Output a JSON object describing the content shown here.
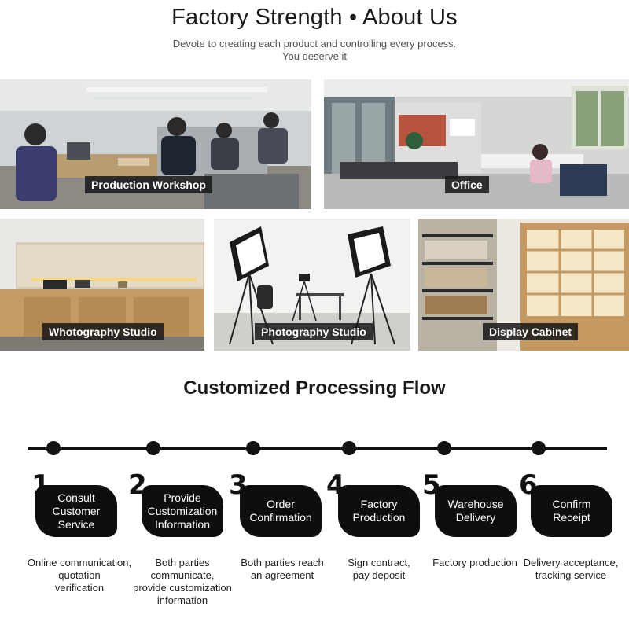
{
  "header": {
    "title": "Factory Strength • About Us",
    "subtitle_line1": "Devote to creating each product and controlling every process.",
    "subtitle_line2": "You deserve it"
  },
  "gallery": {
    "photos": [
      {
        "caption": "Production Workshop"
      },
      {
        "caption": "Office"
      },
      {
        "caption": "Whotography Studio"
      },
      {
        "caption": "Photography Studio"
      },
      {
        "caption": "Display Cabinet"
      }
    ]
  },
  "flow": {
    "title": "Customized Processing Flow",
    "steps": [
      {
        "number": "1",
        "label": "Consult\nCustomer\nService",
        "description": "Online communication,\nquotation\nverification"
      },
      {
        "number": "2",
        "label": "Provide\nCustomization\nInformation",
        "description": "Both parties\ncommunicate,\nprovide customization\ninformation"
      },
      {
        "number": "3",
        "label": "Order\nConfirmation",
        "description": "Both parties reach\nan agreement"
      },
      {
        "number": "4",
        "label": "Factory\nProduction",
        "description": "Sign contract,\npay deposit"
      },
      {
        "number": "5",
        "label": "Warehouse\nDelivery",
        "description": "Factory production"
      },
      {
        "number": "6",
        "label": "Confirm\nReceipt",
        "description": "Delivery acceptance,\ntracking service"
      }
    ]
  },
  "colors": {
    "accent": "#111111",
    "caption_bg": "#191919"
  }
}
